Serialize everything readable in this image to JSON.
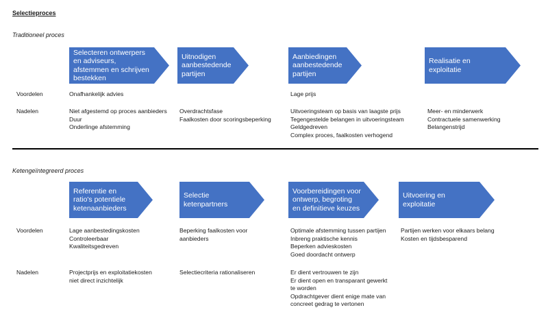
{
  "title": "Selectieproces",
  "sections": [
    {
      "subtitle": "Traditioneel proces",
      "steps": [
        "Selecteren ontwerpers en adviseurs, afstemmen en schrijven bestekken",
        "Uitnodigen aanbestedende partijen",
        "Aanbiedingen aanbestedende partijen",
        "Realisatie en exploitatie"
      ],
      "voordelen_label": "Voordelen",
      "nadelen_label": "Nadelen",
      "voordelen": [
        [
          "Onafhankelijk advies"
        ],
        [],
        [
          "Lage prijs"
        ],
        []
      ],
      "nadelen": [
        [
          "Niet afgestemd op proces aanbieders",
          "Duur",
          "Onderlinge afstemming"
        ],
        [
          "Overdrachtsfase",
          "Faalkosten door scoringsbeperking"
        ],
        [
          "Uitvoeringsteam op basis van laagste prijs",
          "Tegengestelde belangen in uitvoeringsteam",
          "Geldgedreven",
          "Complex proces, faalkosten verhogend"
        ],
        [
          "Meer- en minderwerk",
          "Contractuele samenwerking",
          "Belangenstrijd"
        ]
      ]
    },
    {
      "subtitle": "Ketengeïntegreerd proces",
      "steps": [
        "Referentie en ratio's potentiele ketenaanbieders",
        "Selectie ketenpartners",
        "Voorbereidingen voor ontwerp, begroting en definitieve keuzes",
        "Uitvoering en exploitatie"
      ],
      "voordelen_label": "Voordelen",
      "nadelen_label": "Nadelen",
      "voordelen": [
        [
          "Lage aanbestedingskosten",
          "Controleerbaar",
          "Kwaliteitsgedreven"
        ],
        [
          "Beperking faalkosten voor",
          "aanbieders"
        ],
        [
          "Optimale afstemming tussen partijen",
          "Inbreng praktische kennis",
          "Beperken advieskosten",
          "Goed doordacht ontwerp"
        ],
        [
          "Partijen werken voor elkaars belang",
          "Kosten en tijdsbesparend"
        ]
      ],
      "nadelen": [
        [
          "Projectprijs en exploitatiekosten",
          "niet direct inzichtelijk"
        ],
        [
          "Selectiecriteria rationaliseren"
        ],
        [
          "Er dient vertrouwen te zijn",
          "Er dient open en transparant gewerkt",
          "te worden",
          "Opdrachtgever dient enige mate van",
          "concreet gedrag te vertonen"
        ],
        []
      ]
    }
  ],
  "arrow_color": "#4472c4"
}
